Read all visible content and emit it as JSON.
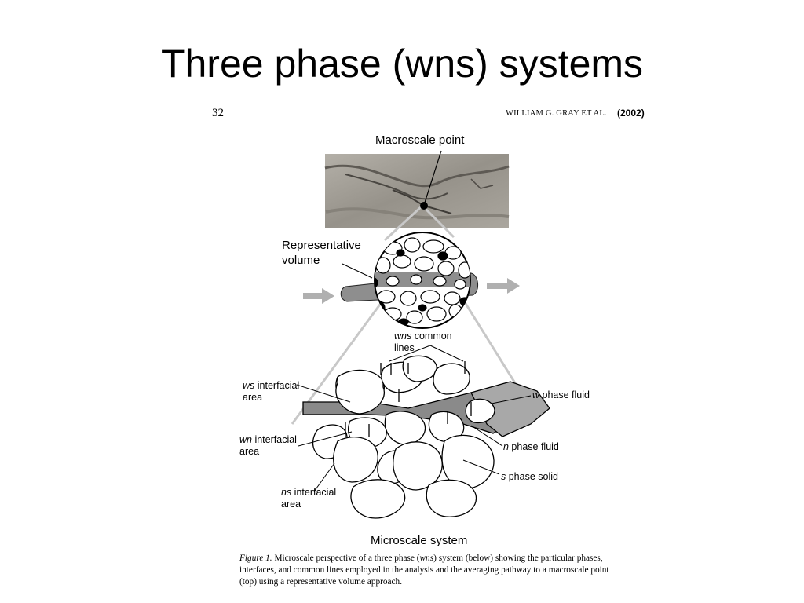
{
  "slide": {
    "title": "Three phase (wns) systems"
  },
  "header": {
    "page_number": "32",
    "authors": "WILLIAM G. GRAY ET AL.",
    "year": "(2002)"
  },
  "labels": {
    "macroscale_point": "Macroscale point",
    "representative_volume_line1": "Representative",
    "representative_volume_line2": "volume",
    "wns_common_italic": "wns",
    "wns_common_rest": " common",
    "wns_common_line2": "lines",
    "ws_italic": "ws",
    "ws_rest": " interfacial",
    "ws_line2": "area",
    "wn_italic": "wn",
    "wn_rest": " interfacial",
    "wn_line2": "area",
    "ns_italic": "ns",
    "ns_rest": " interfacial",
    "ns_line2": "area",
    "w_italic": "w",
    "w_rest": " phase fluid",
    "n_italic": "n",
    "n_rest": " phase fluid",
    "s_italic": "s",
    "s_rest": " phase solid",
    "microscale_system": "Microscale system"
  },
  "caption": {
    "label": "Figure 1.",
    "text_part1": "  Microscale perspective of a three phase (",
    "wns": "wns",
    "text_part2": ") system (below) showing the particular phases, interfaces, and common lines employed in the analysis and the averaging pathway to a macroscale point (top) using a representative volume approach."
  },
  "colors": {
    "background": "#ffffff",
    "ink": "#000000",
    "rock": "#9a968e",
    "fluid_w": "#8a8a8a",
    "cone": "#c8c8c8"
  }
}
